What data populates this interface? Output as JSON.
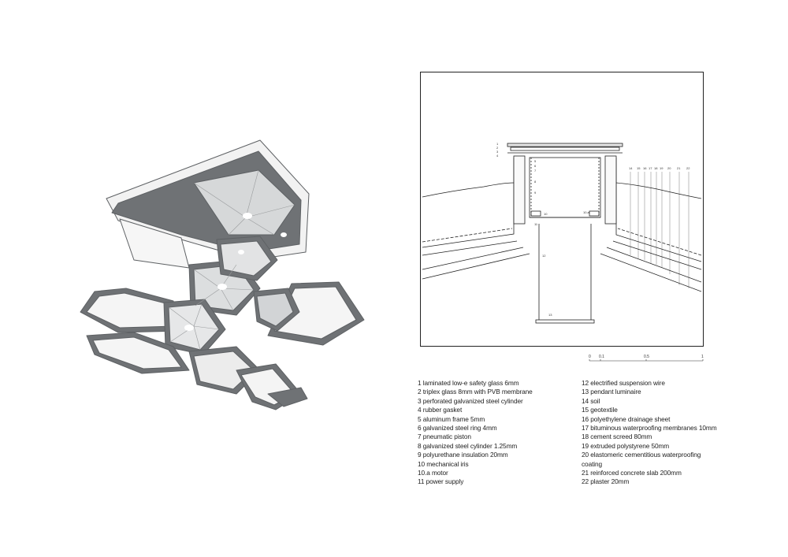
{
  "section_callouts": [
    "1",
    "2",
    "3",
    "4",
    "5",
    "6",
    "7",
    "8",
    "9",
    "10",
    "10.a",
    "11",
    "12",
    "13",
    "14",
    "15",
    "16",
    "17",
    "18",
    "19",
    "20",
    "21",
    "22"
  ],
  "scale_bar": [
    "0",
    "0.1",
    "0.5",
    "1"
  ],
  "legend": {
    "left": [
      "1 laminated low-e safety glass 6mm",
      "2 triplex glass 8mm with PVB membrane",
      "3 perforated galvanized steel cylinder",
      "4 rubber gasket",
      "5 aluminum frame 5mm",
      "6 galvanized steel ring 4mm",
      "7 pneumatic piston",
      "8 galvanized steel cylinder 1.25mm",
      "9 polyurethane insulation 20mm",
      "10 mechanical iris",
      "10.a motor",
      "11 power supply"
    ],
    "right": [
      "12 electrified suspension wire",
      "13 pendant luminaire",
      "14 soil",
      "15 geotextile",
      "16 polyethylene drainage sheet",
      "17 bituminous waterproofing membranes 10mm",
      "18 cement screed 80mm",
      "19 extruded polystyrene 50mm",
      "20 elastomeric cementitious waterproofing",
      "coating",
      "21 reinforced concrete slab 200mm",
      "22 plaster 20mm"
    ]
  },
  "colors": {
    "frame": "#6f7275",
    "cell_light": "#f4f4f4",
    "cell_shade": "#c9cbcd",
    "line": "#222222"
  }
}
